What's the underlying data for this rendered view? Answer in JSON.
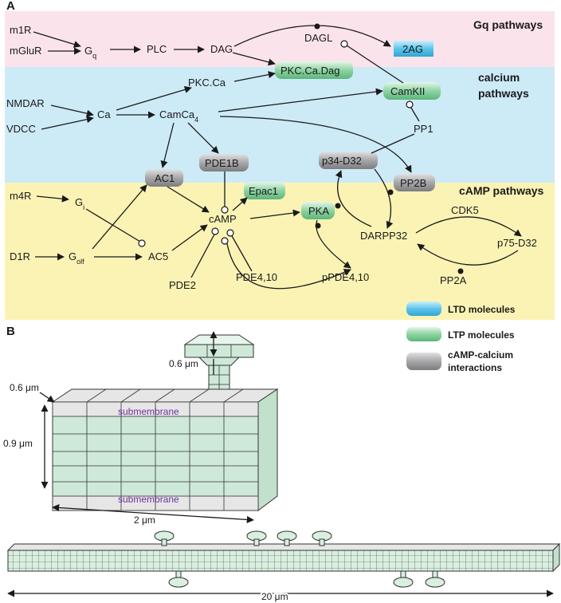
{
  "panels": {
    "a": "A",
    "b": "B"
  },
  "bands": {
    "gq": "Gq pathways",
    "calcium_1": "calcium",
    "calcium_2": "pathways",
    "camp": "cAMP pathways"
  },
  "colors": {
    "gq_band": "#fbe3ec",
    "calcium_band": "#cdeaf7",
    "camp_band": "#fbf3b4",
    "ltd_box": "#5ec4ea",
    "ltp_box": "#8fd3a3",
    "camp_ca_box": "#a7a7a9",
    "spine": "#cfe9d8",
    "membrane_text": "#7030a0"
  },
  "nodes": {
    "m1r": "m1R",
    "mglur": "mGluR",
    "gq_main": "G",
    "gq_sub": "q",
    "plc": "PLC",
    "dag": "DAG",
    "dagl": "DAGL",
    "twoag": "2AG",
    "pkcca": "PKC.Ca",
    "pkccadag": "PKC.Ca.Dag",
    "nmdar": "NMDAR",
    "vdcc": "VDCC",
    "ca": "Ca",
    "camca_main": "CamCa",
    "camca_sub": "4",
    "camkii": "CamKII",
    "pp1": "PP1",
    "ac1": "AC1",
    "pde1b": "PDE1B",
    "p34": "p34-D32",
    "pp2b": "PP2B",
    "m4r": "m4R",
    "gi_main": "G",
    "gi_sub": "i",
    "epac1": "Epac1",
    "camp": "cAMP",
    "pka": "PKA",
    "cdk5": "CDK5",
    "darpp32": "DARPP32",
    "p75": "p75-D32",
    "d1r": "D1R",
    "golf_main": "G",
    "golf_sub": "olf",
    "ac5": "AC5",
    "pde2": "PDE2",
    "pde410": "PDE4,10",
    "ppde410": "pPDE4,10",
    "pp2a": "PP2A"
  },
  "legend": [
    {
      "label": "LTD molecules",
      "color": "#5ec4ea"
    },
    {
      "label": "LTP molecules",
      "color": "#8fd3a3"
    },
    {
      "label_1": "cAMP-calcium",
      "label_2": "interactions",
      "color": "#a7a7a9"
    }
  ],
  "geometry_labels": {
    "head_height": "0.6 μm",
    "depth": "0.6 μm",
    "height": "0.9 μm",
    "width": "2 μm",
    "dendrite_length": "20 μm",
    "submembrane_top": "submembrane",
    "submembrane_bottom": "submembrane"
  }
}
